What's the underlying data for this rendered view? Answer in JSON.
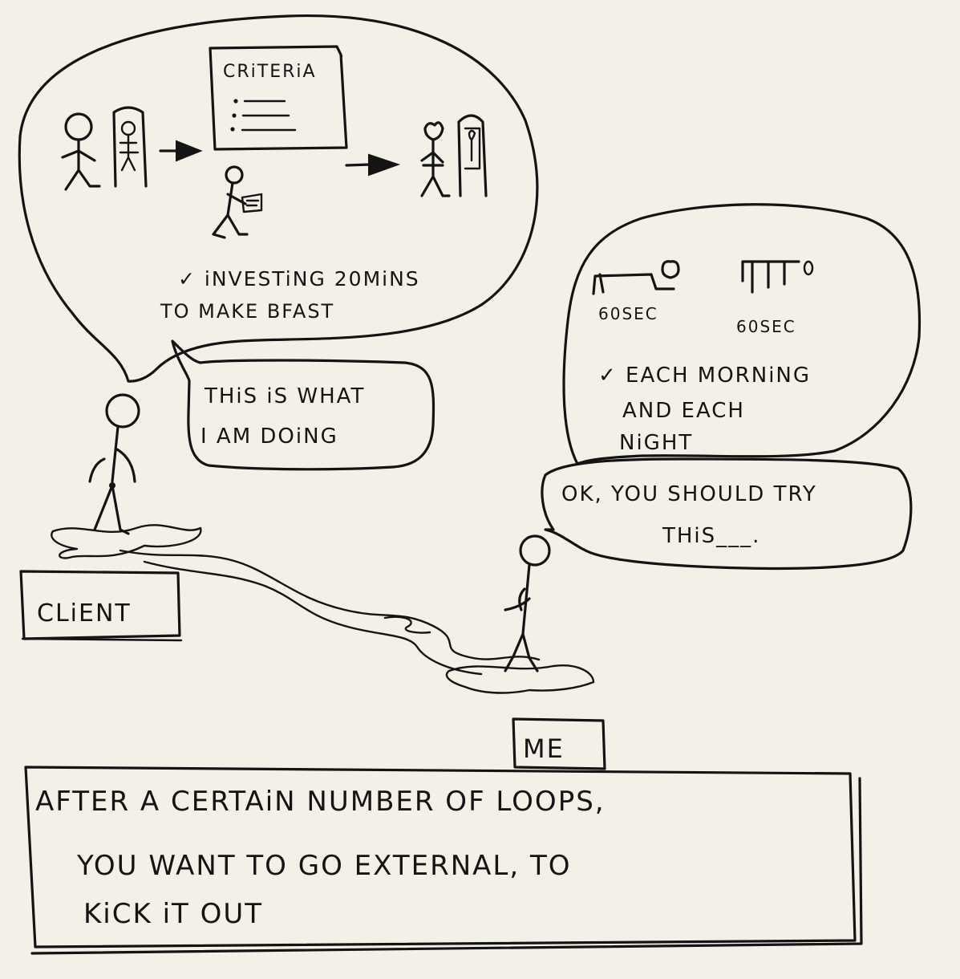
{
  "client_bubble": {
    "criteria_label": "CRiTERiA",
    "note_line1": "✓ iNVESTiNG 20MiNS",
    "note_line2": "TO MAKE BFAST"
  },
  "client_speech": {
    "line1": "THiS iS WHAT",
    "line2": "I AM DOiNG"
  },
  "me_bubble": {
    "timer_left": "60SEC",
    "timer_right": "60SEC",
    "note_line1": "✓ EACH MORNiNG",
    "note_line2": "AND EACH",
    "note_line3": "NiGHT"
  },
  "me_speech": {
    "line1": "OK, YOU SHOULD TRY",
    "line2": "THiS___."
  },
  "labels": {
    "client": "CLiENT",
    "me": "ME"
  },
  "caption": {
    "line1": "AFTER A CERTAiN NUMBER OF LOOPS,",
    "line2": "YOU WANT TO GO EXTERNAL, TO",
    "line3": "KiCK iT OUT"
  }
}
